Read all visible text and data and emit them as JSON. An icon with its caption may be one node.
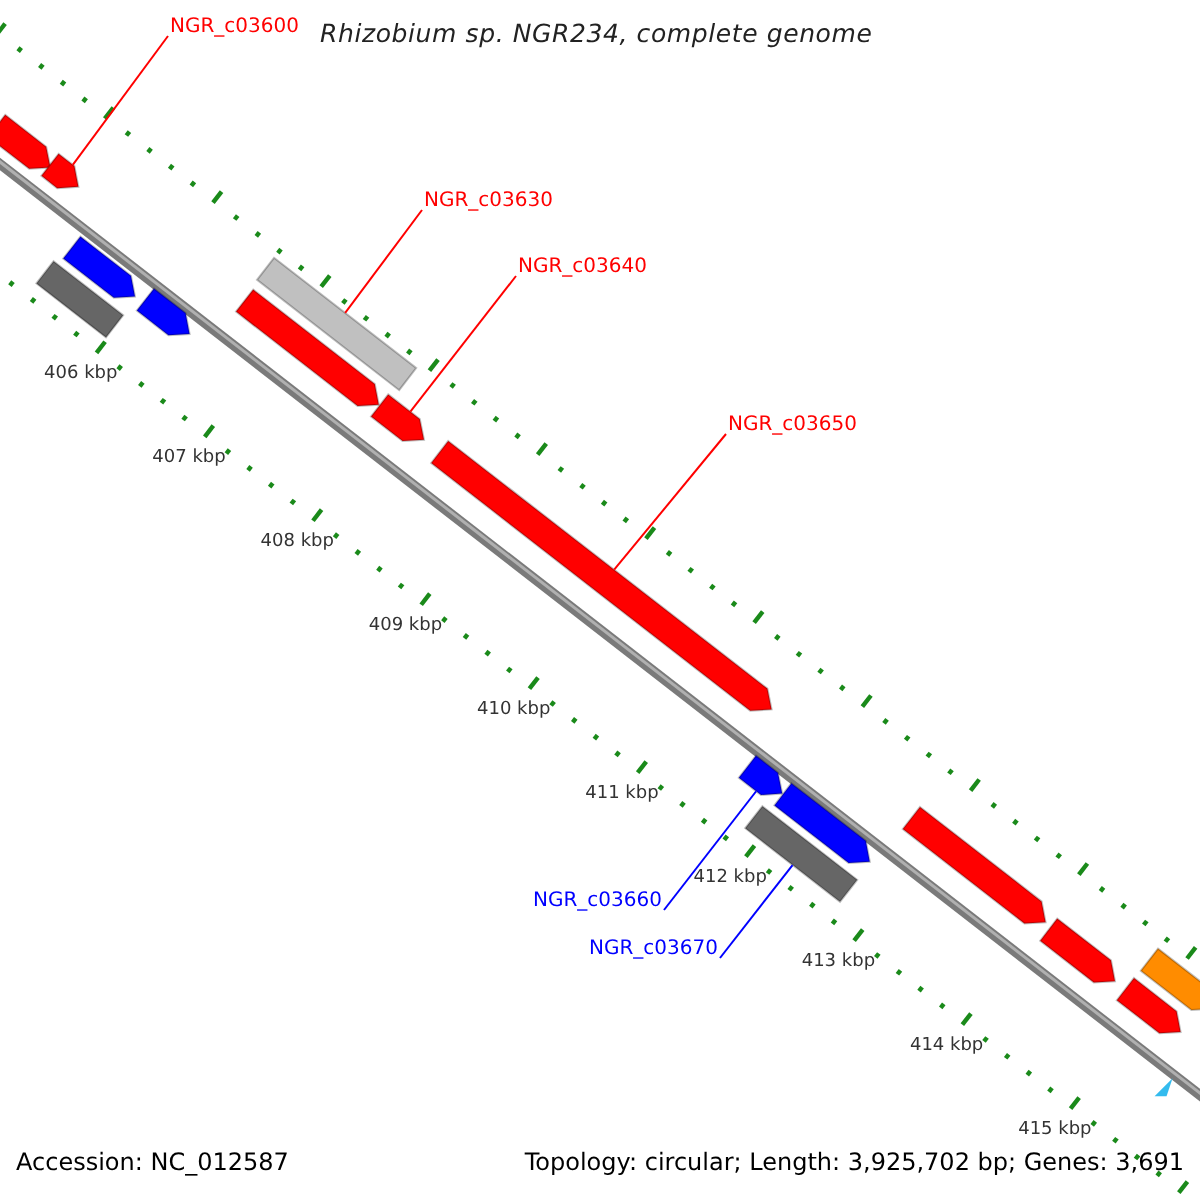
{
  "diagram": {
    "title": "Rhizobium sp. NGR234, complete genome",
    "nodes": [
      {
        "text": [
          "NGR_c03600"
        ]
      },
      {
        "text": [
          "NGR_c03630"
        ]
      },
      {
        "text": [
          "NGR_c03640"
        ]
      },
      {
        "text": [
          "NGR_c03650"
        ]
      },
      {
        "text": [
          "NGR_c03660"
        ]
      },
      {
        "text": [
          "NGR_c03670"
        ]
      },
      {
        "text": [],
        "shape": "arrow"
      },
      {
        "text": [],
        "shape": "arrow"
      },
      {
        "text": [],
        "shape": "arrow"
      },
      {
        "text": [],
        "shape": "bar"
      },
      {
        "text": [],
        "shape": "arrow"
      },
      {
        "text": [],
        "shape": "bar"
      },
      {
        "text": [],
        "shape": "arrow"
      },
      {
        "text": [],
        "shape": "arrow"
      },
      {
        "text": [],
        "shape": "arrow"
      },
      {
        "text": [],
        "shape": "arrow"
      },
      {
        "text": [],
        "shape": "arrow"
      },
      {
        "text": [],
        "shape": "bar"
      },
      {
        "text": [],
        "shape": "arrow"
      },
      {
        "text": [],
        "shape": "arrow"
      },
      {
        "text": [],
        "shape": "arrow"
      },
      {
        "text": [],
        "shape": "arrow"
      }
    ],
    "edges": [
      {
        "from": 0,
        "to": 7,
        "arrow": "none"
      },
      {
        "from": 1,
        "to": 11,
        "arrow": "none"
      },
      {
        "from": 2,
        "to": 13,
        "arrow": "none"
      },
      {
        "from": 3,
        "to": 14,
        "arrow": "none"
      },
      {
        "from": 4,
        "to": 15,
        "arrow": "none",
        "color": "#0000ff"
      },
      {
        "from": 5,
        "to": 17,
        "arrow": "none",
        "color": "#0000ff"
      }
    ],
    "labels": [
      "406 kbp",
      "407 kbp",
      "408 kbp",
      "409 kbp",
      "410 kbp",
      "411 kbp",
      "412 kbp",
      "413 kbp",
      "414 kbp",
      "415 kbp",
      "Accession: NC_012587",
      "Topology: circular; Length: 3,925,702 bp; Genes: 3,691"
    ]
  }
}
